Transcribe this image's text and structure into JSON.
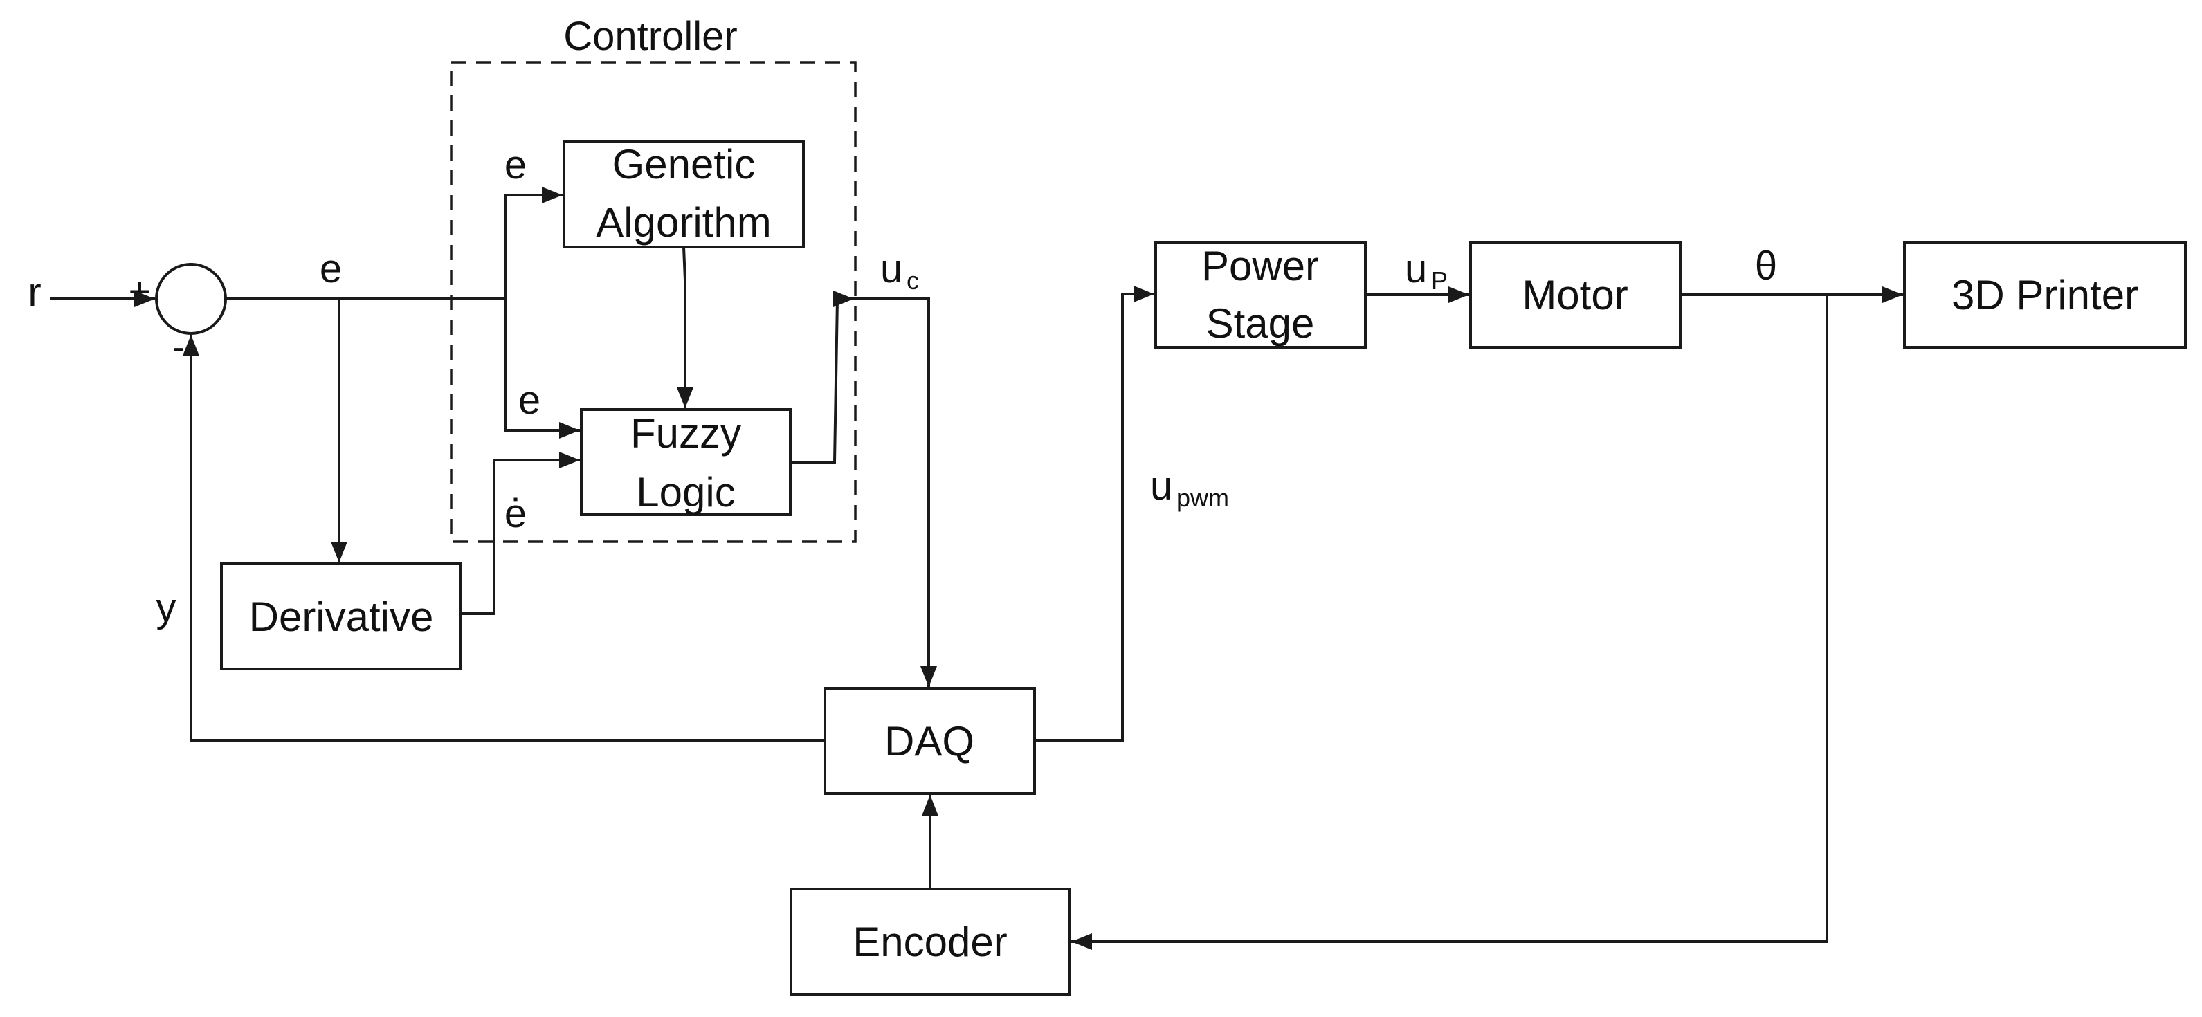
{
  "diagram": {
    "title": "Controller",
    "blocks": {
      "genetic_algorithm": [
        "Genetic",
        "Algorithm"
      ],
      "fuzzy_logic": [
        "Fuzzy",
        "Logic"
      ],
      "derivative": "Derivative",
      "power_stage": [
        "Power",
        "Stage"
      ],
      "motor": "Motor",
      "printer": "3D Printer",
      "daq": "DAQ",
      "encoder": "Encoder"
    },
    "signals": {
      "r": "r",
      "plus": "+",
      "minus": "-",
      "e_main": "e",
      "e_ga": "e",
      "e_fuzzy": "e",
      "e_dot": "ė",
      "y": "y",
      "u": "u",
      "uc_sub": "c",
      "up_sub": "P",
      "upwm_sub": "pwm",
      "theta": "θ"
    }
  }
}
